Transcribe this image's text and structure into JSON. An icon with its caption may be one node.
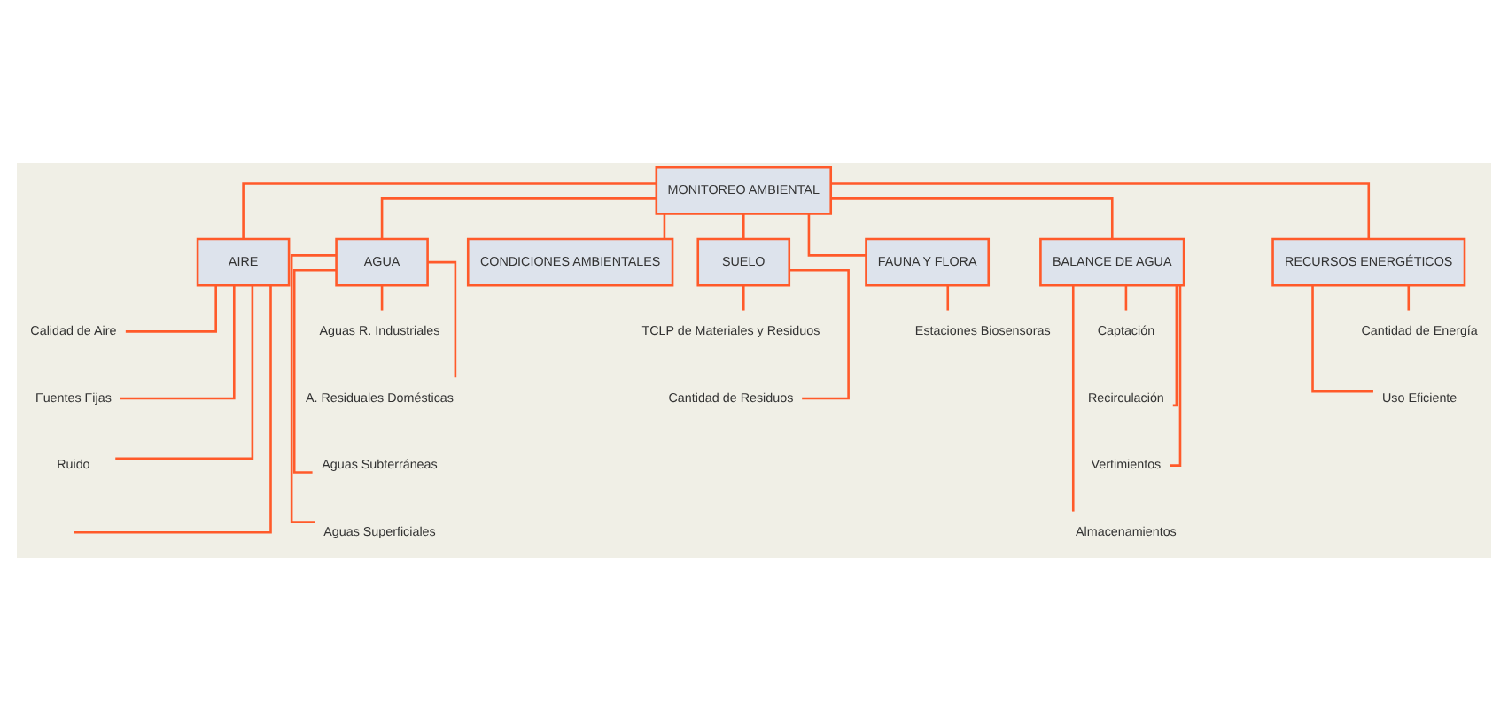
{
  "diagram": {
    "nodes": [
      {
        "text": [
          "MONITOREO AMBIENTAL"
        ]
      },
      {
        "text": [
          "AIRE"
        ]
      },
      {
        "text": [
          "AGUA"
        ]
      },
      {
        "text": [
          "CONDICIONES AMBIENTALES"
        ]
      },
      {
        "text": [
          "SUELO"
        ]
      },
      {
        "text": [
          "FAUNA Y FLORA"
        ]
      },
      {
        "text": [
          "BALANCE DE AGUA"
        ]
      },
      {
        "text": [
          "RECURSOS ENERGÉTICOS"
        ]
      },
      {
        "text": [
          "Calidad de Aire"
        ]
      },
      {
        "text": [
          "Fuentes Fijas"
        ]
      },
      {
        "text": [
          "Ruido"
        ]
      },
      {
        "text": [
          "Aguas R. Industriales"
        ]
      },
      {
        "text": [
          "A. Residuales Domésticas"
        ]
      },
      {
        "text": [
          "Aguas Subterráneas"
        ]
      },
      {
        "text": [
          "Aguas Superficiales"
        ]
      },
      {
        "text": [
          "TCLP de Materiales y Residuos"
        ]
      },
      {
        "text": [
          "Cantidad de Residuos"
        ]
      },
      {
        "text": [
          "Estaciones Biosensoras"
        ]
      },
      {
        "text": [
          "Captación"
        ]
      },
      {
        "text": [
          "Recirculación"
        ]
      },
      {
        "text": [
          "Vertimientos"
        ]
      },
      {
        "text": [
          "Almacenamientos"
        ]
      },
      {
        "text": [
          "Cantidad de Energía"
        ]
      },
      {
        "text": [
          "Uso Eficiente"
        ]
      }
    ],
    "edges": [
      {
        "from": 0,
        "to": 1,
        "arrow": "none"
      },
      {
        "from": 0,
        "to": 2,
        "arrow": "none"
      },
      {
        "from": 0,
        "to": 3,
        "arrow": "none"
      },
      {
        "from": 0,
        "to": 4,
        "arrow": "none"
      },
      {
        "from": 0,
        "to": 5,
        "arrow": "none"
      },
      {
        "from": 0,
        "to": 6,
        "arrow": "none"
      },
      {
        "from": 0,
        "to": 7,
        "arrow": "none"
      },
      {
        "from": 1,
        "to": 8,
        "arrow": "none"
      },
      {
        "from": 1,
        "to": 9,
        "arrow": "none"
      },
      {
        "from": 1,
        "to": 10,
        "arrow": "none"
      },
      {
        "from": 1,
        "to": null,
        "arrow": "none"
      },
      {
        "from": 2,
        "to": 11,
        "arrow": "none"
      },
      {
        "from": 2,
        "to": 12,
        "arrow": "none"
      },
      {
        "from": 2,
        "to": 13,
        "arrow": "none"
      },
      {
        "from": 2,
        "to": 14,
        "arrow": "none"
      },
      {
        "from": 4,
        "to": 15,
        "arrow": "none"
      },
      {
        "from": 4,
        "to": 16,
        "arrow": "none"
      },
      {
        "from": 5,
        "to": 17,
        "arrow": "none"
      },
      {
        "from": 6,
        "to": 18,
        "arrow": "none"
      },
      {
        "from": 6,
        "to": 19,
        "arrow": "none"
      },
      {
        "from": 6,
        "to": 20,
        "arrow": "none"
      },
      {
        "from": 6,
        "to": 21,
        "arrow": "none"
      },
      {
        "from": 7,
        "to": 22,
        "arrow": "none"
      },
      {
        "from": 7,
        "to": 23,
        "arrow": "none"
      }
    ]
  }
}
